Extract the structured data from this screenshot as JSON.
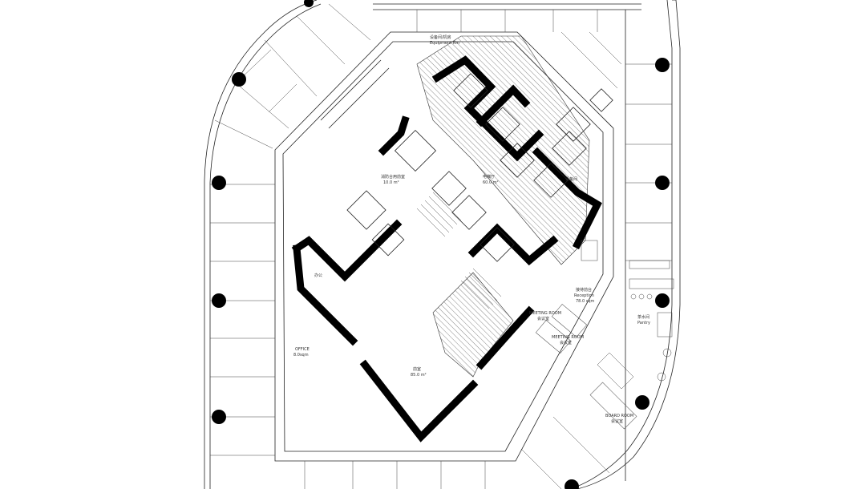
{
  "plan": {
    "labels": {
      "top_room": "设备间/机房",
      "top_room_sub": "Equipment Rm",
      "lobby": "电梯厅",
      "lobby_area": "60.0 m²",
      "upper_left_lobby": "消防合用前室",
      "upper_left_lobby_area": "10.0 m²",
      "left_room": "办公",
      "right_room": "设备间",
      "reception": "接待前台",
      "reception_sub": "Reception",
      "reception_area": "78.0 sqm",
      "meeting_1": "MEETING ROOM",
      "meeting_1_sub": "会议室",
      "meeting_2": "MEETING ROOM",
      "meeting_2_sub": "会议室",
      "boardroom": "BOARD ROOM",
      "boardroom_sub": "会议室",
      "pantry": "茶水间",
      "pantry_sub": "Pantry",
      "office_left": "OFFICE",
      "office_left_area": "8.0sqm",
      "bottom_lobby": "前室",
      "bottom_lobby_area": "85.0 m²"
    },
    "colors": {
      "line": "#222222",
      "wall": "#000000",
      "hatch": "#555555",
      "background": "#ffffff"
    }
  }
}
